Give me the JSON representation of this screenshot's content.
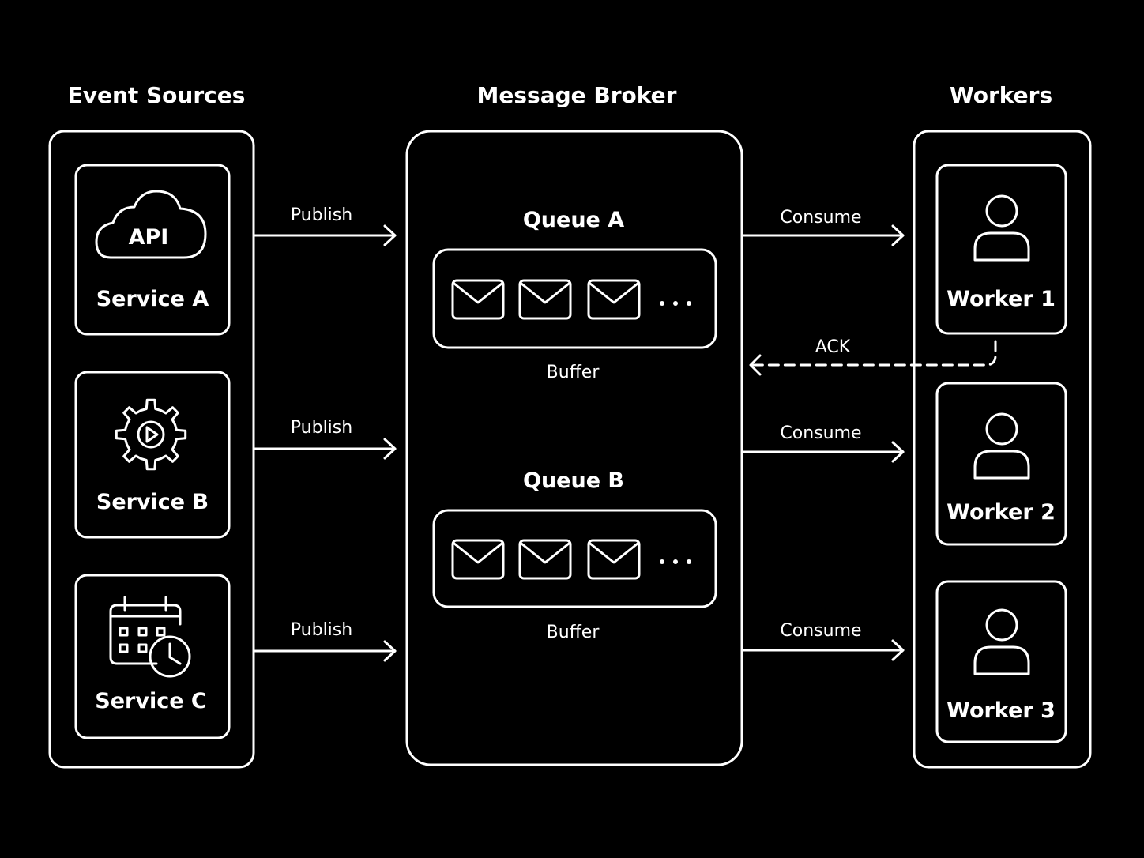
{
  "columns": {
    "sources_title": "Event Sources",
    "broker_title": "Message Broker",
    "workers_title": "Workers"
  },
  "sources": [
    {
      "label": "Service A",
      "icon": "cloud-api-icon",
      "icon_text": "API"
    },
    {
      "label": "Service B",
      "icon": "gear-play-icon"
    },
    {
      "label": "Service C",
      "icon": "calendar-clock-icon"
    }
  ],
  "queues": [
    {
      "title": "Queue A",
      "buffer_label": "Buffer",
      "items_icon": "envelope-icon",
      "more": "..."
    },
    {
      "title": "Queue B",
      "buffer_label": "Buffer",
      "items_icon": "envelope-icon",
      "more": "..."
    }
  ],
  "workers": [
    {
      "label": "Worker 1",
      "icon": "user-icon"
    },
    {
      "label": "Worker 2",
      "icon": "user-icon"
    },
    {
      "label": "Worker 3",
      "icon": "user-icon"
    }
  ],
  "edges": {
    "publish": [
      "Publish",
      "Publish",
      "Publish"
    ],
    "consume": [
      "Consume",
      "Consume",
      "Consume"
    ],
    "ack": "ACK"
  }
}
